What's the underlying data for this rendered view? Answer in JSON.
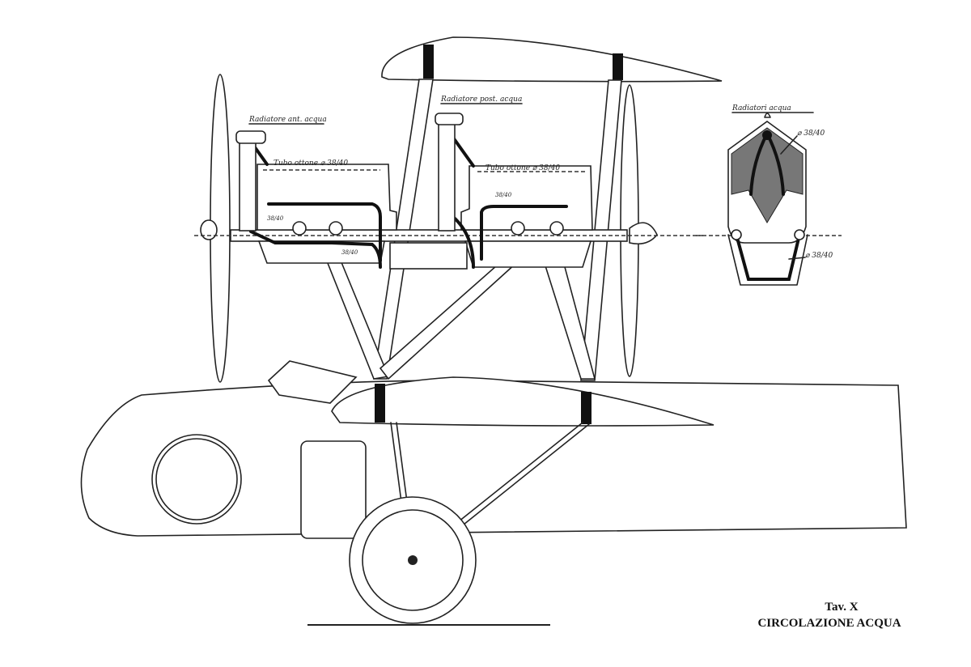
{
  "drawing": {
    "labels": {
      "front_radiator": "Radiatore ant. acqua",
      "rear_radiator": "Radiatore post. acqua",
      "front_pipe": "Tubo ottone ⌀ 38/40",
      "rear_pipe": "Tubo ottone ⌀ 38/40",
      "small_1": "38/40",
      "small_2": "38/40",
      "small_3": "38/40",
      "section_title": "Radiatori acqua",
      "section_pipe_top": "⌀ 38/40",
      "section_pipe_bottom": "⌀ 38/40"
    },
    "colors": {
      "ink": "#222222",
      "strut_band": "#111111",
      "radiator_fill": "#777777"
    }
  },
  "caption": {
    "plate": "Tav. X",
    "title": "CIRCOLAZIONE ACQUA"
  }
}
